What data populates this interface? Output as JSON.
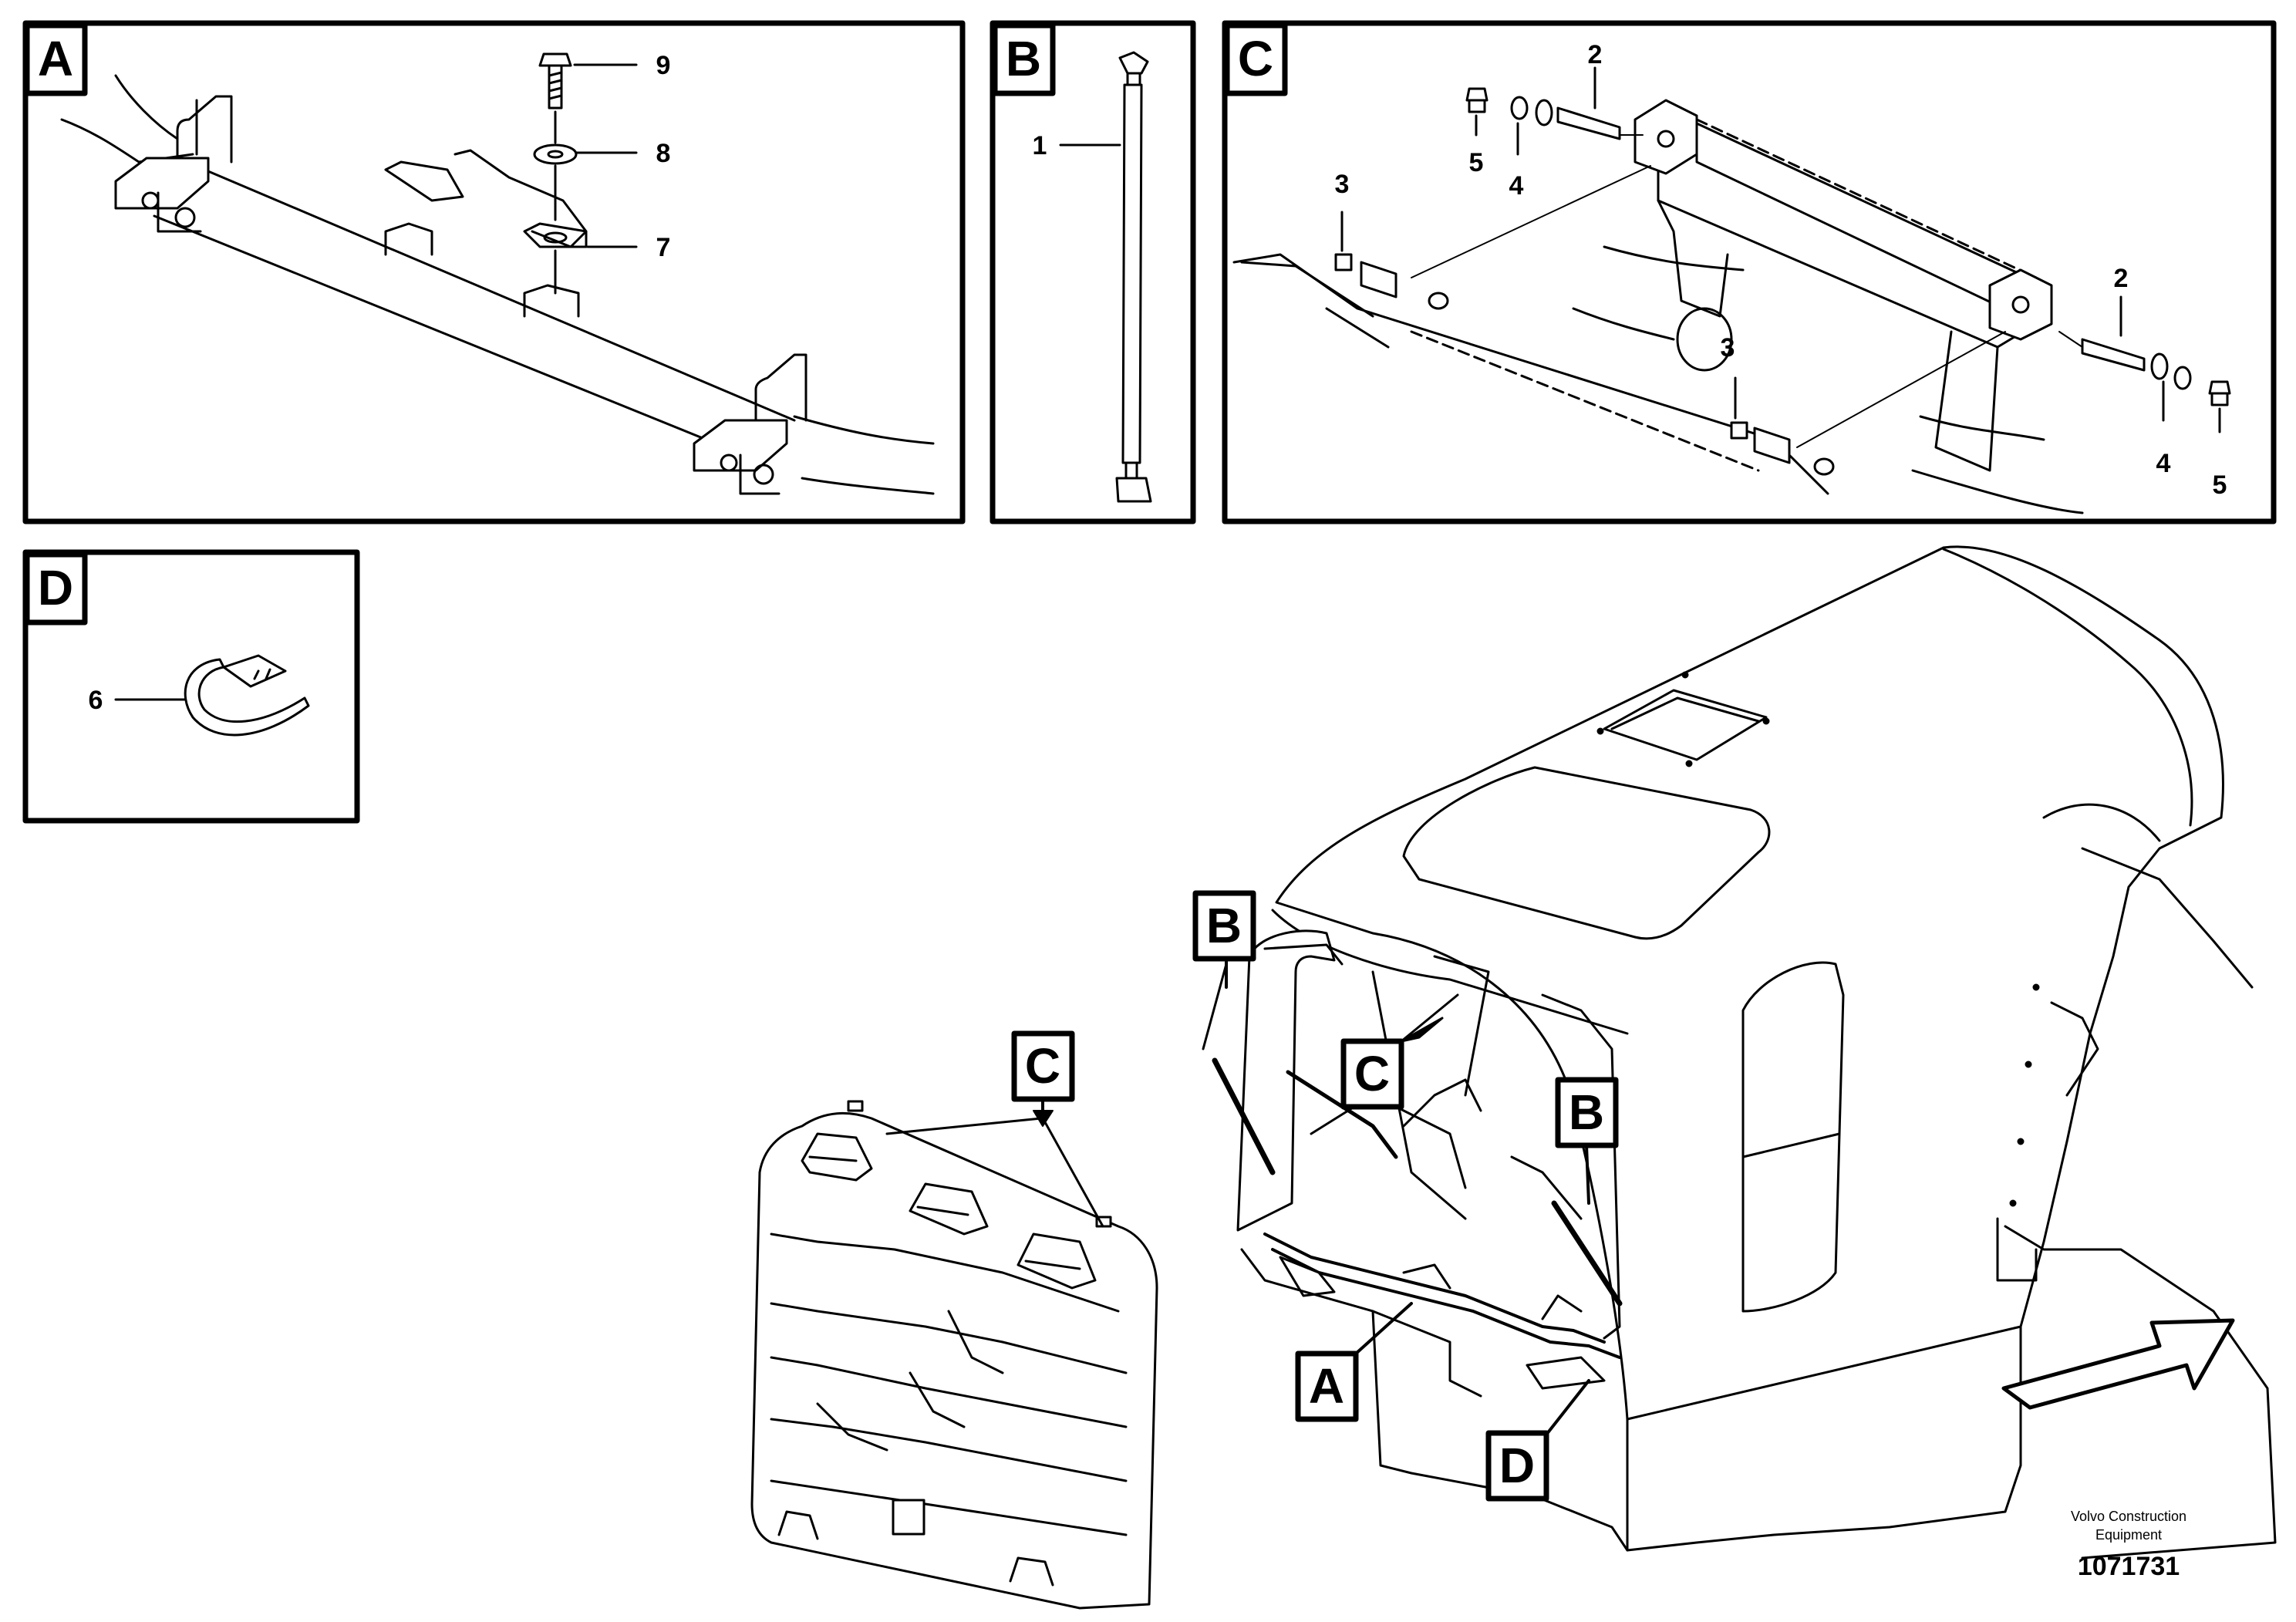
{
  "panels": {
    "a": {
      "label": "A"
    },
    "b": {
      "label": "B"
    },
    "c": {
      "label": "C"
    },
    "d": {
      "label": "D"
    }
  },
  "callouts": {
    "p1": "1",
    "p2a": "2",
    "p2b": "2",
    "p3a": "3",
    "p3b": "3",
    "p4a": "4",
    "p4b": "4",
    "p5a": "5",
    "p5b": "5",
    "p6": "6",
    "p7": "7",
    "p8": "8",
    "p9": "9"
  },
  "main_labels": {
    "b_left": "B",
    "c_center": "C",
    "c_panel": "C",
    "b_right": "B",
    "a_bottom": "A",
    "d_bottom": "D"
  },
  "footer": {
    "company_line1": "Volvo Construction",
    "company_line2": "Equipment",
    "doc_number": "1071731"
  }
}
